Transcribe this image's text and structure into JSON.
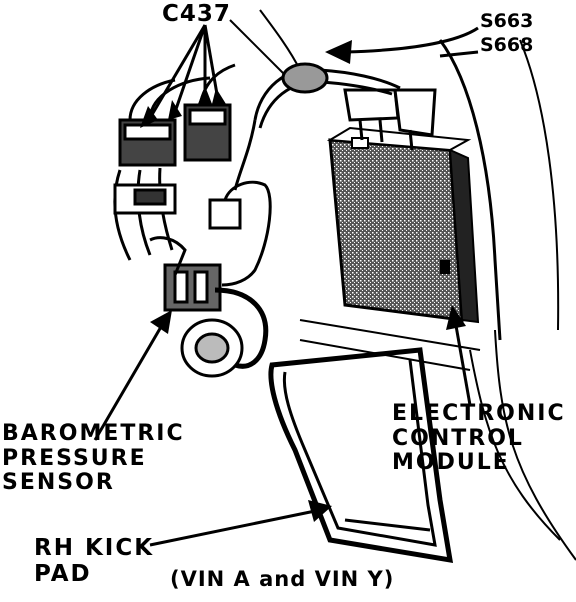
{
  "labels": {
    "connector": "C437",
    "splices": [
      "S663",
      "S668"
    ],
    "baro_sensor": [
      "BAROMETRIC",
      "PRESSURE",
      "SENSOR"
    ],
    "ecm": [
      "ELECTRONIC",
      "CONTROL",
      "MODULE"
    ],
    "kick_pad": [
      "RH KICK",
      "PAD"
    ],
    "note": "(VIN A and VIN Y)"
  },
  "colors": {
    "ink": "#000000",
    "background": "#ffffff"
  }
}
